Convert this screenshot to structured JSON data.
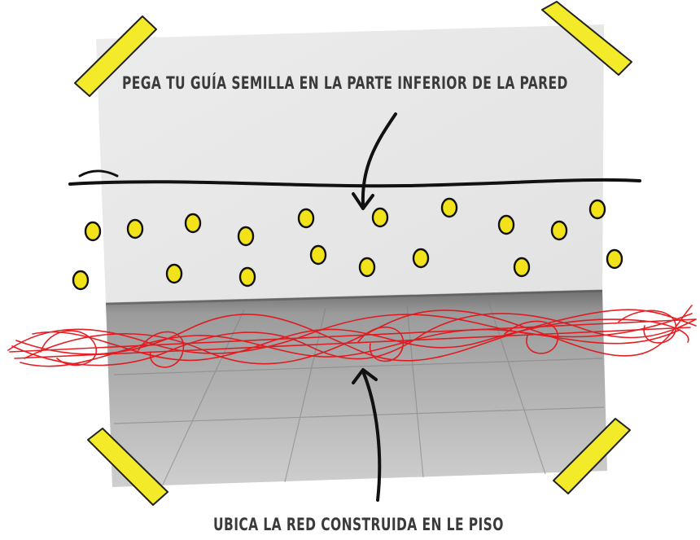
{
  "labels": {
    "top_instruction": "PEGA TU GUÍA SEMILLA EN LA PARTE INFERIOR DE LA PARED",
    "bottom_instruction": "UBICA LA RED CONSTRUIDA EN LE PISO"
  },
  "colors": {
    "wall": "#e9e9e9",
    "floor": "#9a9a9a",
    "seed_fill": "#f2e21a",
    "seed_outline": "#111111",
    "net": "#e3151b",
    "tape": "#f3ea2a",
    "ink": "#111111"
  },
  "icons": {
    "tape": "masking-tape-strip",
    "seed": "seed-dot",
    "arrow": "hand-drawn-arrow"
  }
}
